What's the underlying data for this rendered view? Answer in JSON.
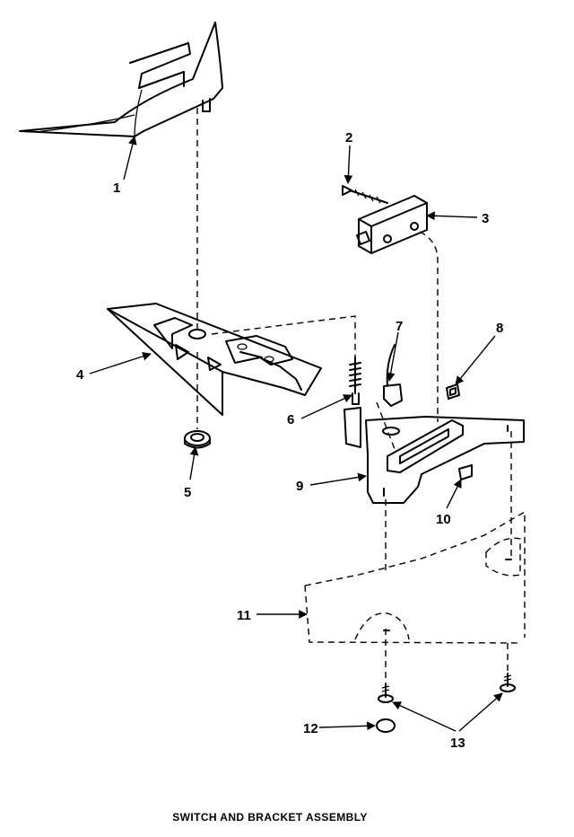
{
  "caption": "SWITCH AND BRACKET ASSEMBLY",
  "callouts": {
    "c1": "1",
    "c2": "2",
    "c3": "3",
    "c4": "4",
    "c5": "5",
    "c6": "6",
    "c7": "7",
    "c8": "8",
    "c9": "9",
    "c10": "10",
    "c11": "11",
    "c12": "12",
    "c13": "13"
  },
  "colors": {
    "ink": "#000000",
    "paper": "#ffffff"
  }
}
